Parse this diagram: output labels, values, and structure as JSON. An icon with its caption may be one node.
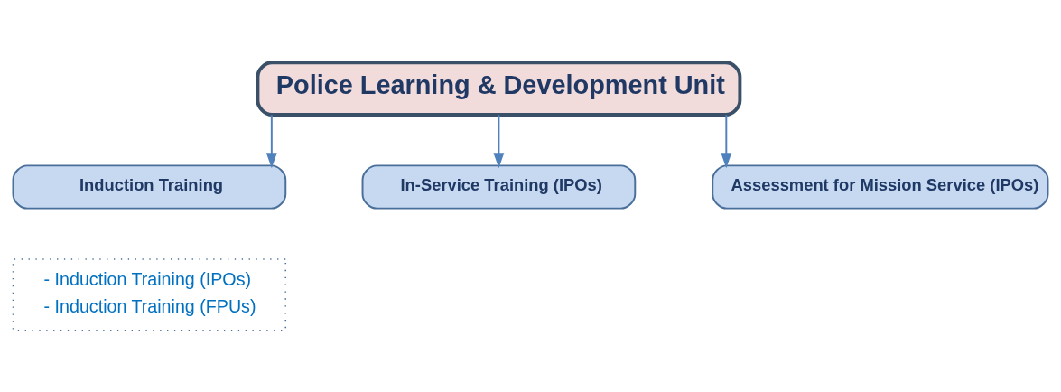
{
  "diagram": {
    "nodes": [
      {
        "text": [
          "Police Learning & Development Unit"
        ]
      },
      {
        "text": [
          "Induction Training"
        ]
      },
      {
        "text": [
          "In-Service Training (IPOs)"
        ]
      },
      {
        "text": [
          "Assessment for Mission Service (IPOs)"
        ]
      },
      {
        "text": [
          "- Induction Training (IPOs)",
          "- Induction Training (FPUs)"
        ]
      }
    ],
    "edges": [
      {
        "from": 0,
        "to": 1,
        "arrow": "to"
      },
      {
        "from": 0,
        "to": 2,
        "arrow": "to"
      },
      {
        "from": 0,
        "to": 3,
        "arrow": "to"
      }
    ]
  }
}
